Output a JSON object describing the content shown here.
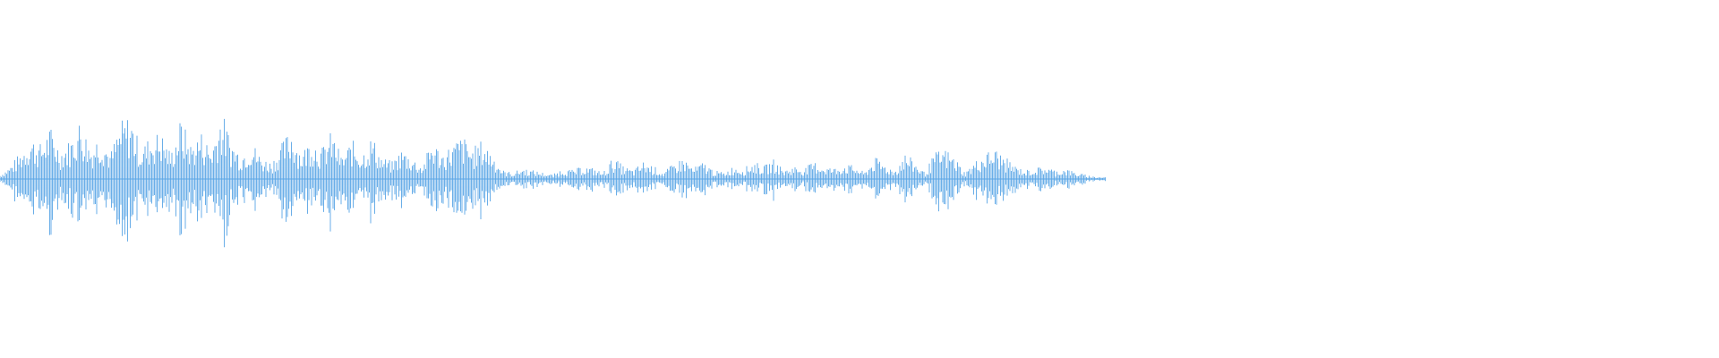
{
  "waveform": {
    "color": "#5aa6e6",
    "segments": [
      {
        "amp": 0.02
      },
      {
        "amp": 0.06
      },
      {
        "amp": 0.12
      },
      {
        "amp": 0.2
      },
      {
        "amp": 0.16
      },
      {
        "amp": 0.24
      },
      {
        "amp": 0.14
      },
      {
        "amp": 0.18
      },
      {
        "amp": 0.28
      },
      {
        "amp": 0.15
      },
      {
        "amp": 0.22
      },
      {
        "amp": 0.12
      },
      {
        "amp": 0.26
      },
      {
        "amp": 0.3
      },
      {
        "amp": 0.14
      },
      {
        "amp": 0.2
      },
      {
        "amp": 0.22
      },
      {
        "amp": 0.12
      },
      {
        "amp": 0.28
      },
      {
        "amp": 0.16
      },
      {
        "amp": 0.22
      },
      {
        "amp": 0.14
      },
      {
        "amp": 0.32
      },
      {
        "amp": 0.18
      },
      {
        "amp": 0.12
      },
      {
        "amp": 0.18
      },
      {
        "amp": 0.1
      },
      {
        "amp": 0.08
      },
      {
        "amp": 0.16
      },
      {
        "amp": 0.24
      },
      {
        "amp": 0.12
      },
      {
        "amp": 0.2
      },
      {
        "amp": 0.14
      },
      {
        "amp": 0.22
      },
      {
        "amp": 0.1
      },
      {
        "amp": 0.18
      },
      {
        "amp": 0.12
      },
      {
        "amp": 0.2
      },
      {
        "amp": 0.1
      },
      {
        "amp": 0.08
      },
      {
        "amp": 0.14
      },
      {
        "amp": 0.1
      },
      {
        "amp": 0.06
      },
      {
        "amp": 0.18
      },
      {
        "amp": 0.12
      },
      {
        "amp": 0.16
      },
      {
        "amp": 0.2
      },
      {
        "amp": 0.14
      },
      {
        "amp": 0.18
      },
      {
        "amp": 0.12
      },
      {
        "amp": 0.04
      },
      {
        "amp": 0.03
      },
      {
        "amp": 0.05
      },
      {
        "amp": 0.04
      },
      {
        "amp": 0.03
      },
      {
        "amp": 0.02
      },
      {
        "amp": 0.05
      },
      {
        "amp": 0.04
      },
      {
        "amp": 0.06
      },
      {
        "amp": 0.05
      },
      {
        "amp": 0.03
      },
      {
        "amp": 0.1
      },
      {
        "amp": 0.06
      },
      {
        "amp": 0.04
      },
      {
        "amp": 0.08
      },
      {
        "amp": 0.06
      },
      {
        "amp": 0.03
      },
      {
        "amp": 0.07
      },
      {
        "amp": 0.1
      },
      {
        "amp": 0.05
      },
      {
        "amp": 0.08
      },
      {
        "amp": 0.04
      },
      {
        "amp": 0.03
      },
      {
        "amp": 0.06
      },
      {
        "amp": 0.05
      },
      {
        "amp": 0.08
      },
      {
        "amp": 0.06
      },
      {
        "amp": 0.09
      },
      {
        "amp": 0.04
      },
      {
        "amp": 0.06
      },
      {
        "amp": 0.05
      },
      {
        "amp": 0.08
      },
      {
        "amp": 0.06
      },
      {
        "amp": 0.05
      },
      {
        "amp": 0.07
      },
      {
        "amp": 0.06
      },
      {
        "amp": 0.03
      },
      {
        "amp": 0.1
      },
      {
        "amp": 0.07
      },
      {
        "amp": 0.04
      },
      {
        "amp": 0.12
      },
      {
        "amp": 0.08
      },
      {
        "amp": 0.03
      },
      {
        "amp": 0.12
      },
      {
        "amp": 0.14
      },
      {
        "amp": 0.1
      },
      {
        "amp": 0.03
      },
      {
        "amp": 0.08
      },
      {
        "amp": 0.12
      },
      {
        "amp": 0.14
      },
      {
        "amp": 0.1
      },
      {
        "amp": 0.06
      },
      {
        "amp": 0.04
      },
      {
        "amp": 0.05
      },
      {
        "amp": 0.06
      },
      {
        "amp": 0.04
      },
      {
        "amp": 0.05
      },
      {
        "amp": 0.03
      },
      {
        "amp": 0.02
      },
      {
        "amp": 0.01
      }
    ]
  }
}
